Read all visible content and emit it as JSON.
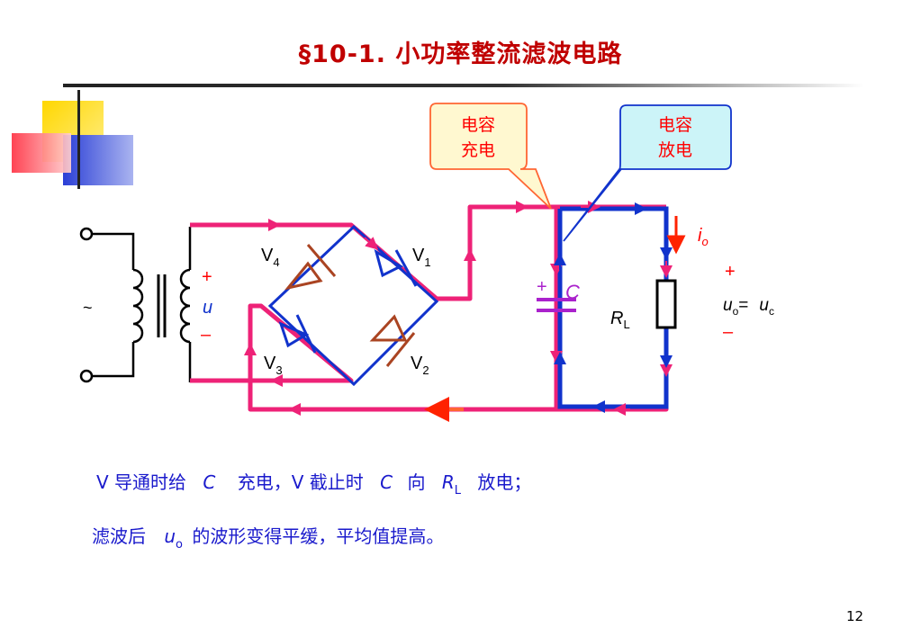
{
  "title": "§10-1. 小功率整流滤波电路",
  "callouts": {
    "charge": [
      "电容",
      "充电"
    ],
    "discharge": [
      "电容",
      "放电"
    ]
  },
  "labels": {
    "tilde": "~",
    "plus": "+",
    "minus": "–",
    "u": "u",
    "V4": "V",
    "V4_sub": "4",
    "V1": "V",
    "V1_sub": "1",
    "V3": "V",
    "V3_sub": "3",
    "V2": "V",
    "V2_sub": "2",
    "C": "C",
    "RL": "R",
    "RL_sub": "L",
    "io": "i",
    "io_sub": "o",
    "uo": "u",
    "uo_sub": "o",
    "eq": "=",
    "uc": "u",
    "uc_sub": "c"
  },
  "text1": {
    "a": "V 导通时给",
    "C1": "C",
    "b": "充电，V 截止时",
    "C2": "C",
    "c": "向",
    "R": "R",
    "R_sub": "L",
    "d": "放电；"
  },
  "text2": {
    "a": "滤波后",
    "u": "u",
    "u_sub": "o",
    "b": "的波形变得平缓，平均值提高。"
  },
  "page_number": "12",
  "colors": {
    "title": "#c00000",
    "pink": "#ee2277",
    "blue": "#1133cc",
    "red": "#ff0000",
    "diode": "#aa4422",
    "capacitor": "#aa22cc",
    "text": "#1a1acc"
  }
}
